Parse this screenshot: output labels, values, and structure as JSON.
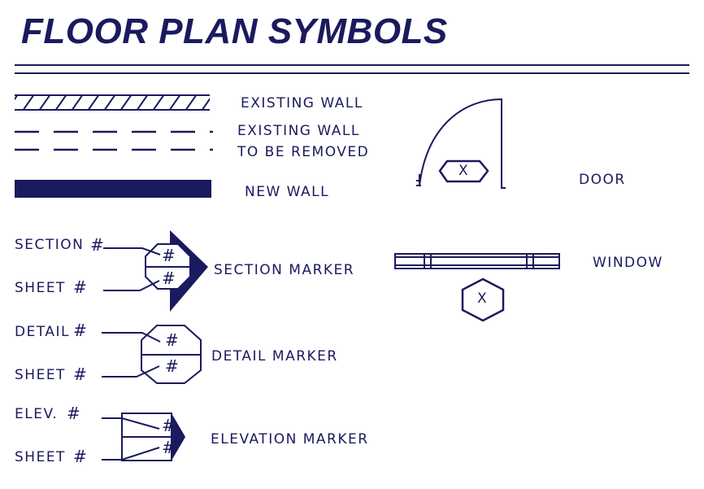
{
  "title": "FLOOR PLAN SYMBOLS",
  "colors": {
    "ink": "#1a1a5e",
    "background": "#ffffff"
  },
  "wall_legend": {
    "existing_wall": "EXISTING WALL",
    "existing_wall_removed_line1": "EXISTING WALL",
    "existing_wall_removed_line2": "TO BE REMOVED",
    "new_wall": "NEW WALL"
  },
  "markers": {
    "section_number": "SECTION",
    "sheet": "SHEET",
    "section_marker": "SECTION MARKER",
    "detail": "DETAIL",
    "detail_marker": "DETAIL MARKER",
    "elev": "ELEV.",
    "elevation_marker": "ELEVATION MARKER",
    "hash": "#"
  },
  "openings": {
    "door": "DOOR",
    "door_tag": "X",
    "window": "WINDOW",
    "window_tag": "X"
  }
}
